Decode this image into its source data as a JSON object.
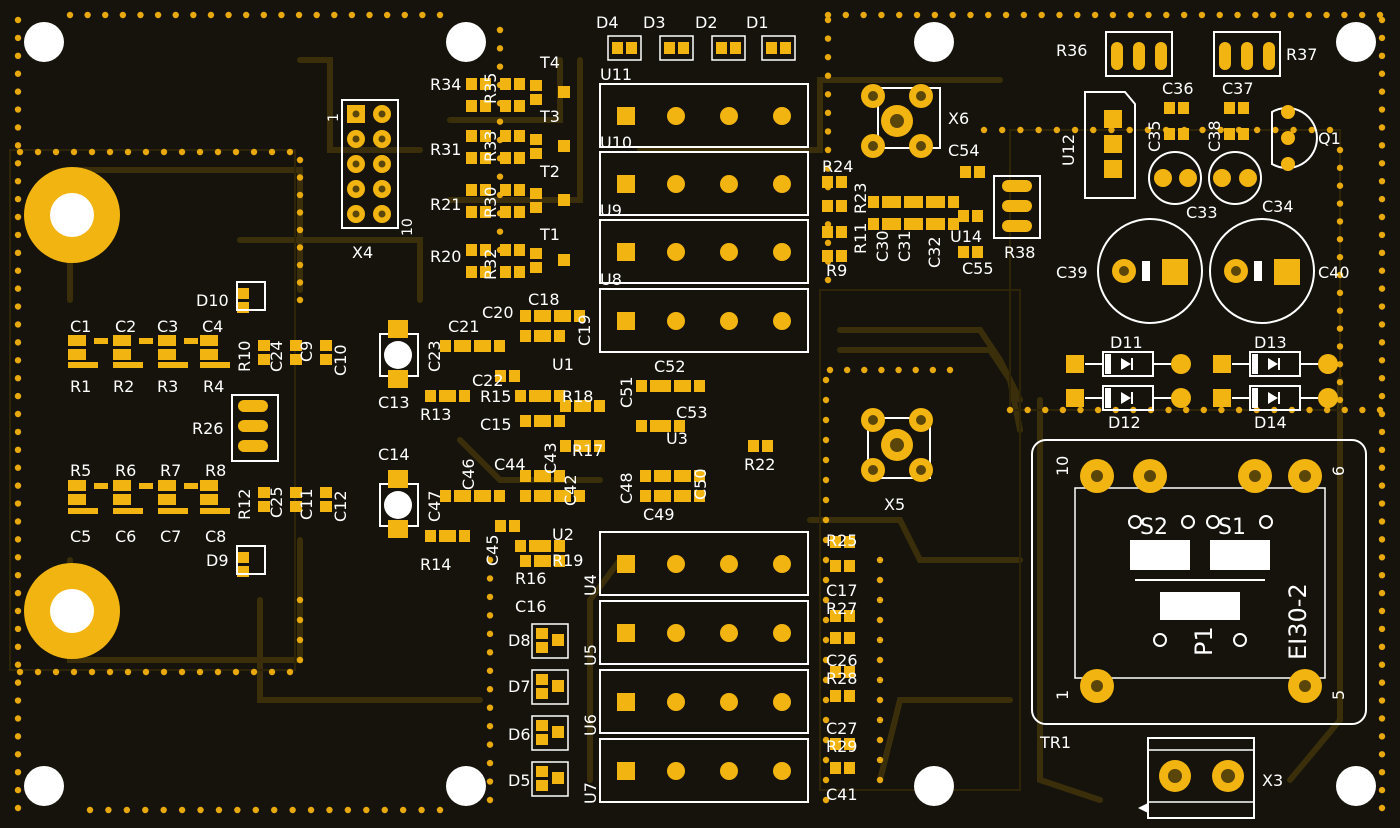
{
  "colors": {
    "board": "#15130c",
    "copper": "#f2b411",
    "trace": "#3a2f0a",
    "silk": "#ffffff",
    "hole": "#ffffff",
    "via": "#e8a90f"
  },
  "labels": {
    "D4": "D4",
    "D3": "D3",
    "D2": "D2",
    "D1": "D1",
    "U11": "U11",
    "U10": "U10",
    "U9": "U9",
    "U8": "U8",
    "U4": "U4",
    "U5": "U5",
    "U6": "U6",
    "U7": "U7",
    "T4": "T4",
    "T3": "T3",
    "T2": "T2",
    "T1": "T1",
    "R34": "R34",
    "R35": "R35",
    "R33": "R33",
    "R31": "R31",
    "R30": "R30",
    "R21": "R21",
    "R20": "R20",
    "R32": "R32",
    "X4": "X4",
    "X4_pin1": "1",
    "X4_pin10": "10",
    "X5": "X5",
    "X6": "X6",
    "X3": "X3",
    "R36": "R36",
    "R37": "R37",
    "C36": "C36",
    "C37": "C37",
    "C35": "C35",
    "C38": "C38",
    "Q1": "Q1",
    "U12": "U12",
    "C33": "C33",
    "C34": "C34",
    "C39": "C39",
    "C40": "C40",
    "R24": "R24",
    "R23": "R23",
    "R11": "R11",
    "R9": "R9",
    "C30": "C30",
    "C31": "C31",
    "C32": "C32",
    "C54": "C54",
    "U14": "U14",
    "C55": "C55",
    "R38": "R38",
    "D10": "D10",
    "D9": "D9",
    "C1": "C1",
    "C2": "C2",
    "C3": "C3",
    "C4": "C4",
    "R1": "R1",
    "R2": "R2",
    "R3": "R3",
    "R4": "R4",
    "R10": "R10",
    "C24": "C24",
    "C9": "C9",
    "C10": "C10",
    "C13": "C13",
    "C23": "C23",
    "C21": "C21",
    "C20": "C20",
    "C18": "C18",
    "C19": "C19",
    "C22": "C22",
    "U1": "U1",
    "R13": "R13",
    "R15": "R15",
    "R18": "R18",
    "C15": "C15",
    "R26": "R26",
    "C51": "C51",
    "C52": "C52",
    "C53": "C53",
    "U3": "U3",
    "R17": "R17",
    "C43": "C43",
    "C44": "C44",
    "C42": "C42",
    "C48": "C48",
    "C49": "C49",
    "C50": "C50",
    "R22": "R22",
    "C14": "C14",
    "C46": "C46",
    "C47": "C47",
    "R5": "R5",
    "R6": "R6",
    "R7": "R7",
    "R8": "R8",
    "C5": "C5",
    "C6": "C6",
    "C7": "C7",
    "C8": "C8",
    "R12": "R12",
    "C25": "C25",
    "C11": "C11",
    "C12": "C12",
    "R14": "R14",
    "C45": "C45",
    "U2": "U2",
    "R19": "R19",
    "R16": "R16",
    "C16": "C16",
    "D8": "D8",
    "D7": "D7",
    "D6": "D6",
    "D5": "D5",
    "R25": "R25",
    "C17": "C17",
    "R27": "R27",
    "C26": "C26",
    "R28": "R28",
    "C27": "C27",
    "R29": "R29",
    "C41": "C41",
    "D11": "D11",
    "D12": "D12",
    "D13": "D13",
    "D14": "D14",
    "TR1": "TR1",
    "EI30": "EI30-2",
    "S1": "S1",
    "S2": "S2",
    "P1": "P1",
    "pin10": "10",
    "pin6": "6",
    "pin1": "1",
    "pin5": "5"
  }
}
